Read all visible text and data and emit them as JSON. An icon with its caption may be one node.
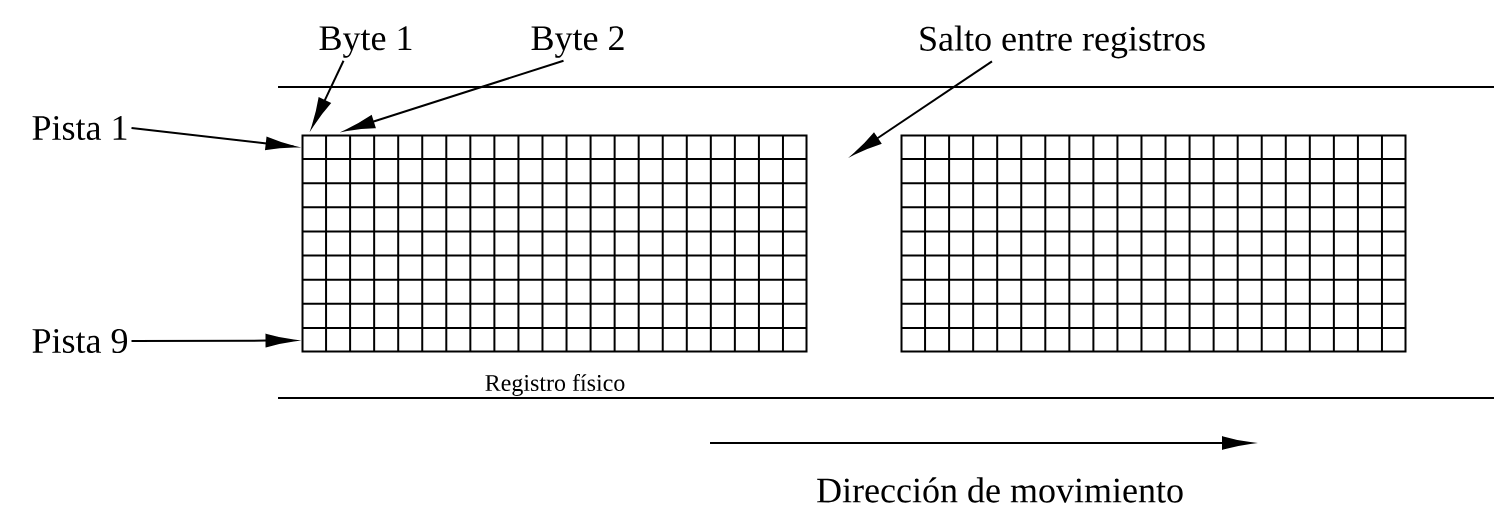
{
  "diagram": {
    "nodes": [
      {
        "text": [
          "Byte 1"
        ]
      },
      {
        "text": [
          "Byte 2"
        ]
      },
      {
        "text": [
          "Salto entre registros"
        ]
      },
      {
        "text": [
          "Pista 1"
        ]
      },
      {
        "text": [
          "Pista 9"
        ]
      },
      {
        "text": [],
        "shape": "grid"
      },
      {
        "text": [],
        "shape": "grid"
      }
    ],
    "edges": [
      {
        "from": 3,
        "to": 5,
        "arrow": "to"
      },
      {
        "from": 4,
        "to": 5,
        "arrow": "to"
      },
      {
        "from": 0,
        "to": 5,
        "arrow": "to"
      },
      {
        "from": 1,
        "to": 5,
        "arrow": "to"
      },
      {
        "from": 2,
        "to": null,
        "arrow": "to"
      }
    ],
    "labels": [
      "Registro físico",
      "Dirección de movimiento"
    ]
  }
}
